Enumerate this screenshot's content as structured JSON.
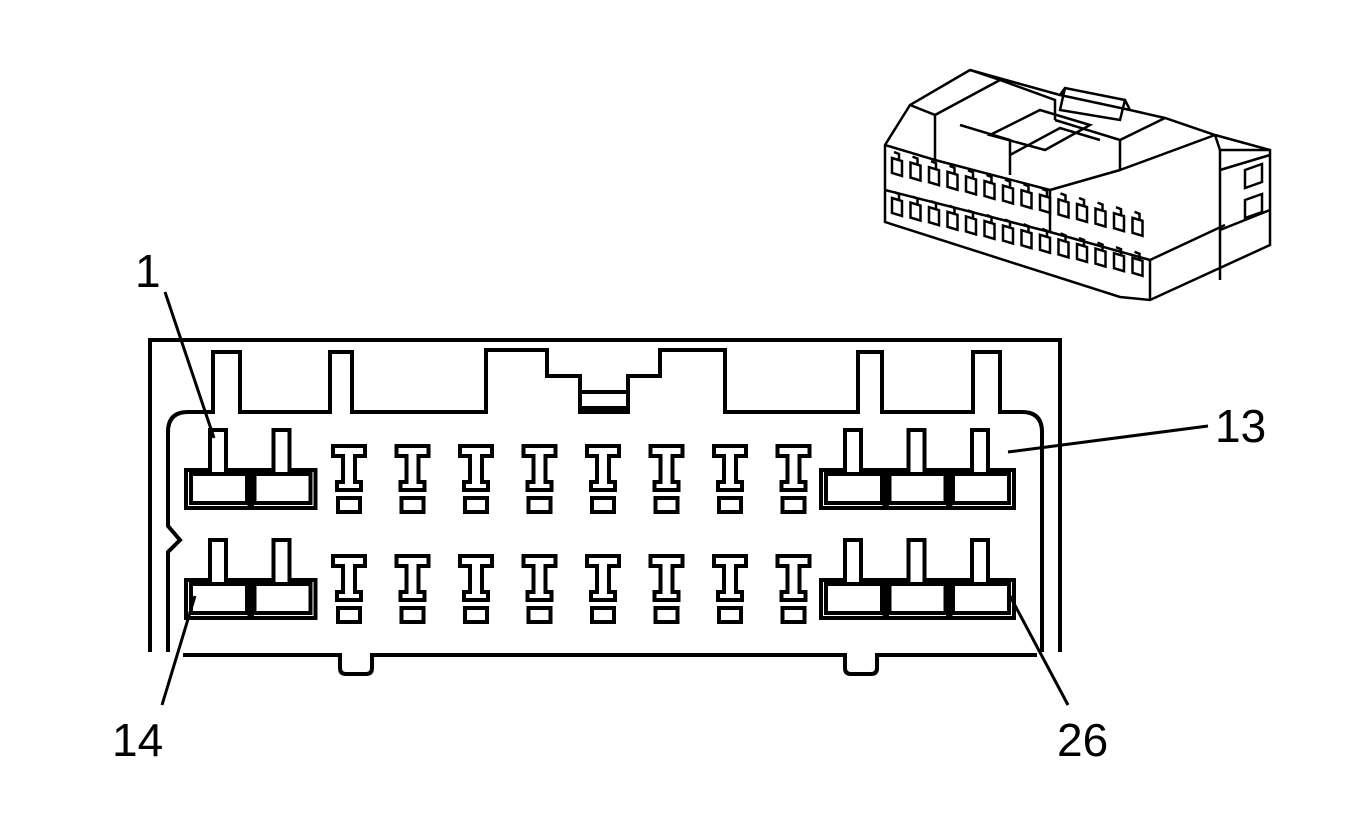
{
  "connector": {
    "pins_per_row": 13,
    "rows": 2,
    "labels": {
      "top_left": "1",
      "top_right": "13",
      "bottom_left": "14",
      "bottom_right": "26"
    }
  }
}
